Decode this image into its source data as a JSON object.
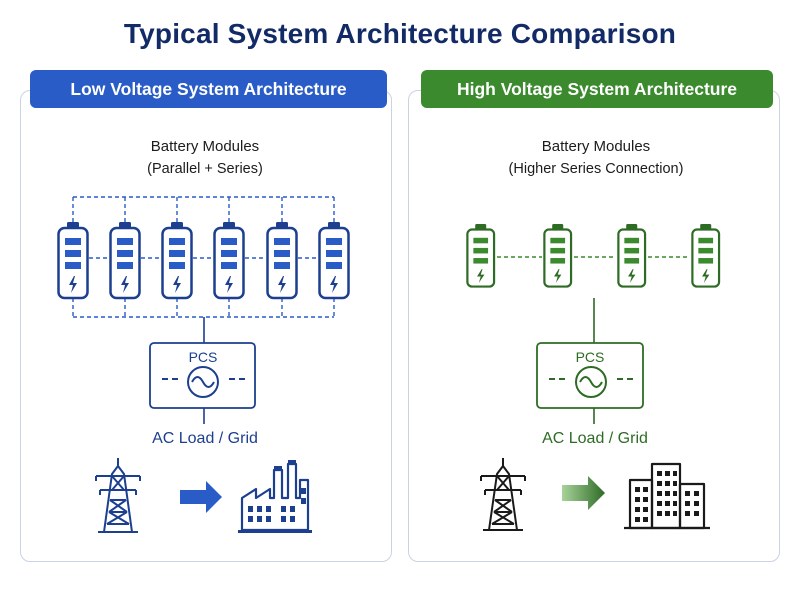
{
  "title": "Typical System Architecture Comparison",
  "colors": {
    "low_voltage": "#2a5cc7",
    "low_voltage_dark": "#1c3f8f",
    "high_voltage": "#3b8a2e",
    "high_voltage_dark": "#2e6b25",
    "title": "#122a66"
  },
  "low_voltage": {
    "header": "Low Voltage System Architecture",
    "battery_label": "Battery Modules",
    "battery_sublabel": "(Parallel + Series)",
    "battery_count": 6,
    "converter_label": "PCS",
    "load_label": "AC Load / Grid",
    "icons": [
      "transmission-tower-icon",
      "arrow-right-icon",
      "factory-icon"
    ]
  },
  "high_voltage": {
    "header": "High Voltage System Architecture",
    "battery_label": "Battery Modules",
    "battery_sublabel": "(Higher Series Connection)",
    "battery_count": 4,
    "converter_label": "PCS",
    "load_label": "AC Load / Grid",
    "icons": [
      "transmission-tower-icon",
      "arrow-right-icon",
      "office-building-icon"
    ]
  }
}
